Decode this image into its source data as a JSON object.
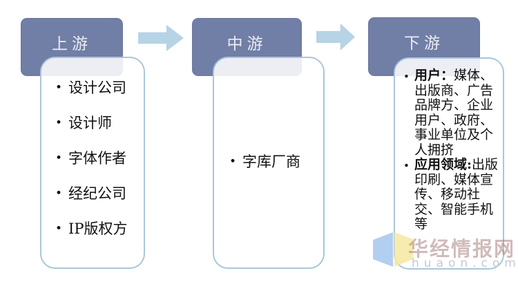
{
  "diagram": {
    "columns": [
      {
        "header": "上游",
        "items": [
          "设计公司",
          "设计师",
          "字体作者",
          "经纪公司",
          "IP版权方"
        ]
      },
      {
        "header": "中游",
        "items": [
          "字库厂商"
        ]
      },
      {
        "header": "下游",
        "rich_items": [
          {
            "label": "用户：",
            "text": "媒体、出版商、广告品牌方、企业用户、政府、事业单位及个人拥挤"
          },
          {
            "label": "应用领域:",
            "text": "出版印刷、媒体宣传、移动社交、智能手机等"
          }
        ]
      }
    ],
    "bullet_char": "•",
    "colors": {
      "header_fill": "#717ea6",
      "header_text": "#eaedf4",
      "box_border": "#a9c6da",
      "arrow": "#b7d3e6",
      "body_text": "#111111",
      "logo_blue": "#a5c6ee",
      "logo_yellow": "#f6e8a2"
    }
  },
  "watermark": {
    "brand": "华经情报网",
    "domain": "huaon.com"
  }
}
